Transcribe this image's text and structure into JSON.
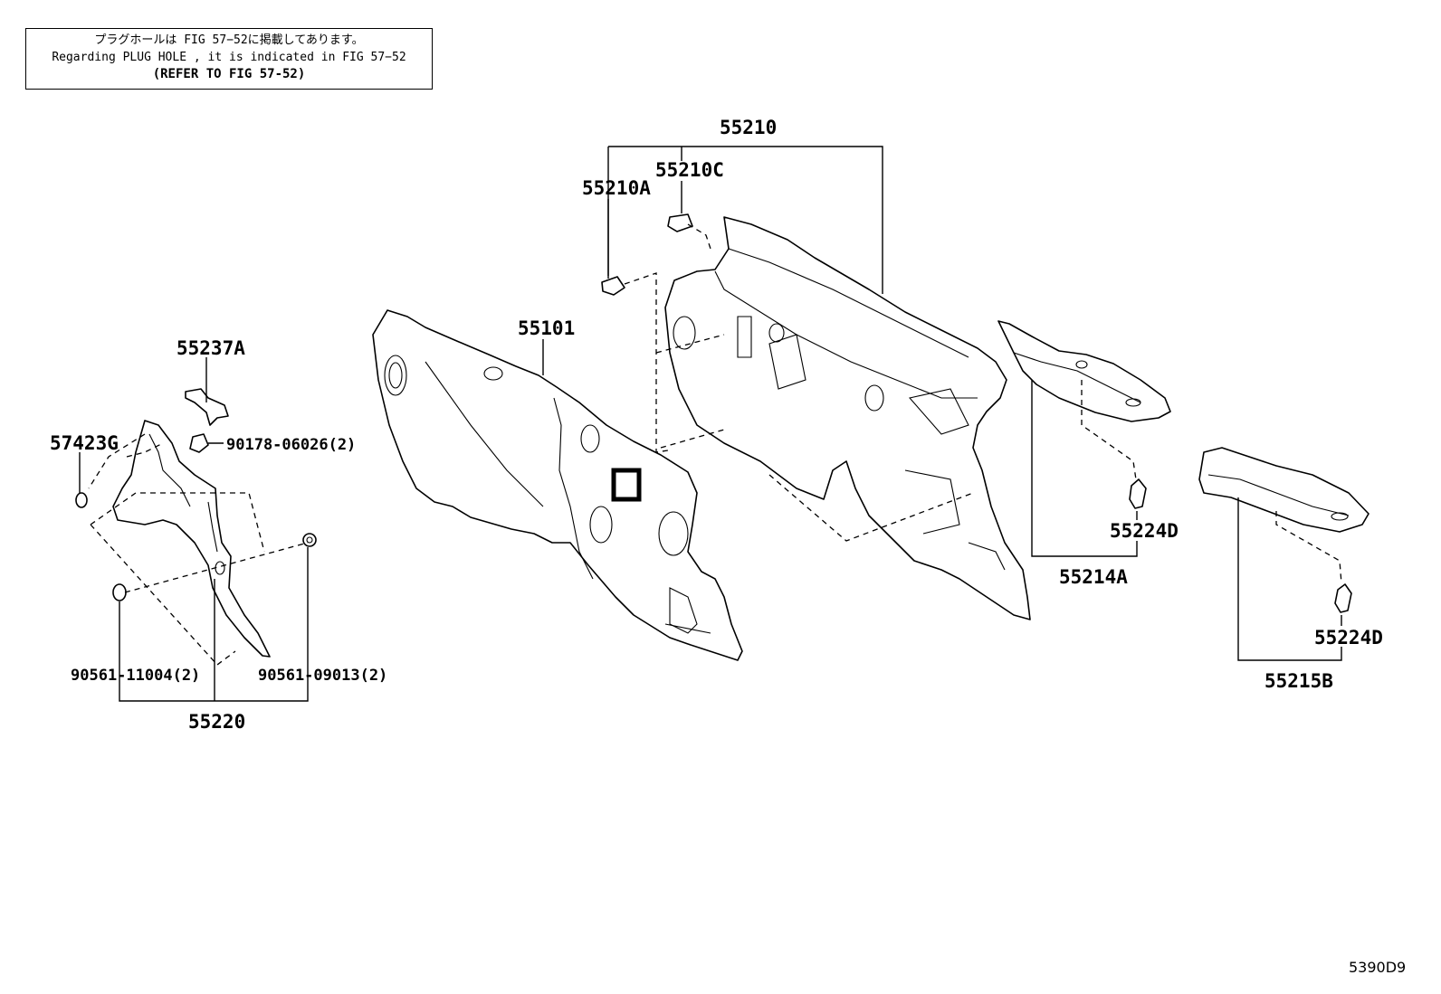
{
  "note": {
    "line1": "プラグホールは FIG 57−52に掲載してあります。",
    "line2": "Regarding  PLUG HOLE , it is indicated in FIG 57−52",
    "line3": "(REFER TO FIG 57-52)"
  },
  "callouts": {
    "p55210": "55210",
    "p55210A": "55210A",
    "p55210C": "55210C",
    "p55101": "55101",
    "p55237A": "55237A",
    "p57423G": "57423G",
    "p90178": "90178-06026(2)",
    "p90561_11004": "90561-11004(2)",
    "p90561_09013": "90561-09013(2)",
    "p55220": "55220",
    "p55224D_a": "55224D",
    "p55214A": "55214A",
    "p55224D_b": "55224D",
    "p55215B": "55215B"
  },
  "figure_code": "5390D9"
}
